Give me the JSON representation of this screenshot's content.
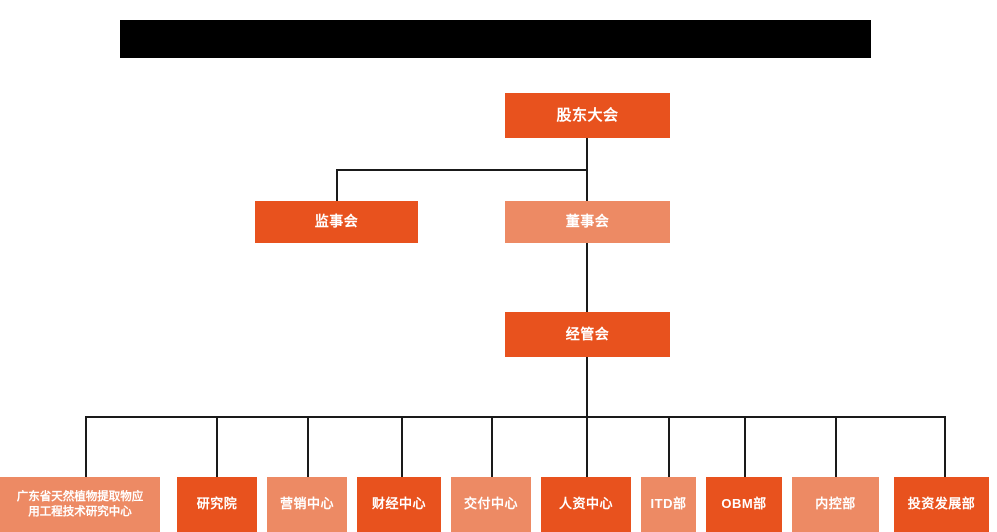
{
  "chart": {
    "type": "org-chart",
    "title_bar": {
      "name": "redacted-title-bar",
      "text": "",
      "redacted": true,
      "color": "#000000"
    },
    "palette": {
      "dark_orange": "#E8521E",
      "light_orange": "#ED8A64",
      "connector": "#1a1a1a",
      "background": "#FFFFFF",
      "text": "#FFFFFF"
    },
    "levels": [
      {
        "level": 1,
        "nodes": [
          {
            "id": "shareholders",
            "label": "股东大会",
            "tone": "dark"
          }
        ]
      },
      {
        "level": 2,
        "nodes": [
          {
            "id": "supervisory",
            "label": "监事会",
            "tone": "dark"
          },
          {
            "id": "board",
            "label": "董事会",
            "tone": "light"
          }
        ]
      },
      {
        "level": 3,
        "nodes": [
          {
            "id": "management",
            "label": "经管会",
            "tone": "dark"
          }
        ]
      },
      {
        "level": 4,
        "nodes": [
          {
            "id": "rnd-center",
            "label": "广东省天然植物提取物应\n用工程技术研究中心",
            "tone": "light"
          },
          {
            "id": "institute",
            "label": "研究院",
            "tone": "dark"
          },
          {
            "id": "marketing",
            "label": "营销中心",
            "tone": "light"
          },
          {
            "id": "finance",
            "label": "财经中心",
            "tone": "dark"
          },
          {
            "id": "delivery",
            "label": "交付中心",
            "tone": "light"
          },
          {
            "id": "hr",
            "label": "人资中心",
            "tone": "dark"
          },
          {
            "id": "itd",
            "label": "ITD部",
            "tone": "light"
          },
          {
            "id": "obm",
            "label": "OBM部",
            "tone": "dark"
          },
          {
            "id": "internal-control",
            "label": "内控部",
            "tone": "light"
          },
          {
            "id": "investment",
            "label": "投资发展部",
            "tone": "dark"
          }
        ]
      }
    ]
  }
}
